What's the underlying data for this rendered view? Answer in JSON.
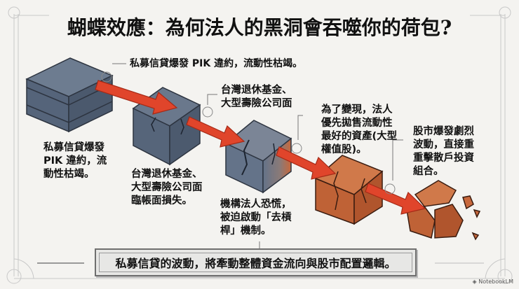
{
  "title": "蝴蝶效應：為何法人的黑洞會吞噬你的荷包?",
  "steps": [
    {
      "id": 1,
      "callout": "私募信貸爆發 PIK 違約，流動性枯竭。",
      "caption": [
        "私募信貸爆發",
        "PIK 違約，流",
        "動性枯竭。"
      ],
      "block_color": "#5c6b80",
      "state": "intact"
    },
    {
      "id": 2,
      "callout": [
        "台灣退休基金、",
        "大型壽險公司面"
      ],
      "caption": [
        "台灣退休基金、",
        "大型壽險公司面",
        "臨帳面損失。"
      ],
      "block_color": "#56657a",
      "state": "cracked"
    },
    {
      "id": 3,
      "caption": [
        "機構法人恐慌，",
        "被迫啟動「去槓",
        "桿」機制。"
      ],
      "block_color": "#6a7890",
      "state": "cracking-rust"
    },
    {
      "id": 4,
      "callout": [
        "為了變現，法人",
        "優先拋售流動性",
        "最好的資產(大型",
        "權值股)。"
      ],
      "block_color": "#c7673a",
      "state": "cracked-rust"
    },
    {
      "id": 5,
      "callout": [
        "股市爆發劇烈",
        "波動，直接重",
        "重擊散戶投資",
        "組合。"
      ],
      "block_color": "#c25f36",
      "state": "shattered"
    }
  ],
  "banner": "私募信貸的波動，將牽動整體資金流向與股市配置邏輯。",
  "watermark": "NotebookLM",
  "colors": {
    "arrow": "#e0452b",
    "arrow_dark": "#a52a17",
    "steel": "#5a687c",
    "rust": "#c8643a",
    "frame": "#c9c9c9"
  }
}
